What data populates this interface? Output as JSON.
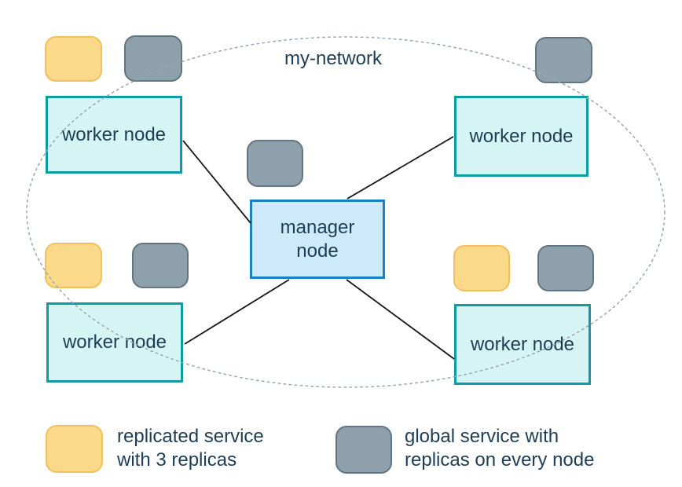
{
  "colors": {
    "background": "#ffffff",
    "text": "#1d3d55",
    "worker_fill": "#d5f4f3",
    "worker_border": "#0f9ba1",
    "manager_fill": "#cee9fa",
    "manager_border": "#1c7fc0",
    "replicated_fill": "#fbd98a",
    "replicated_border": "#f0c05a",
    "global_fill": "#8fa0ad",
    "global_border": "#637580",
    "network_boundary": "#9aa6b1",
    "connector": "#161616"
  },
  "diagram": {
    "network_label": "my-network",
    "manager_node": {
      "label": "manager node"
    },
    "worker_nodes": [
      {
        "position": "top-left",
        "label": "worker node"
      },
      {
        "position": "top-right",
        "label": "worker node"
      },
      {
        "position": "bottom-left",
        "label": "worker node"
      },
      {
        "position": "bottom-right",
        "label": "worker node"
      }
    ],
    "services": {
      "replicated_square_count": 3,
      "global_square_count": 5
    }
  },
  "legend": {
    "replicated_label": "replicated service with 3 replicas",
    "global_label": "global service with replicas on every node"
  }
}
